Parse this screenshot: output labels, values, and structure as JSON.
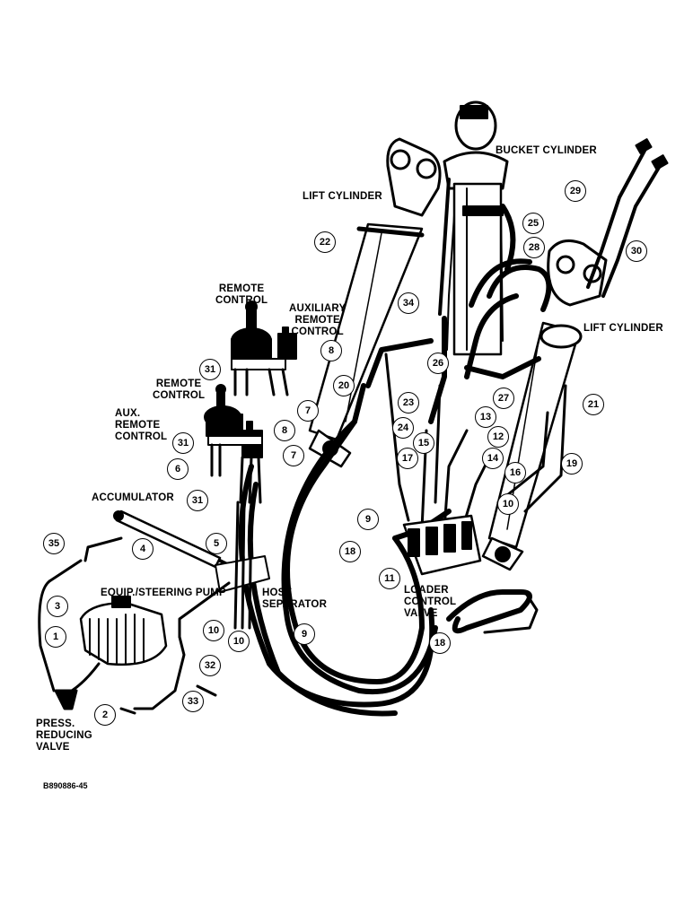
{
  "labels": {
    "bucket_cylinder": "BUCKET CYLINDER",
    "lift_cylinder_left": "LIFT CYLINDER",
    "lift_cylinder_right": "LIFT CYLINDER",
    "remote_control_top": "REMOTE\nCONTROL",
    "aux_remote_control_top": "AUXILIARY\nREMOTE\nCONTROL",
    "remote_control_mid": "REMOTE\nCONTROL",
    "aux_remote_control_mid": "AUX.\nREMOTE\nCONTROL",
    "accumulator": "ACCUMULATOR",
    "equip_steering_pump": "EQUIP./STEERING PUMP",
    "hose_separator": "HOSE\nSEPARATOR",
    "loader_control_valve": "LOADER\nCONTROL\nVALVE",
    "press_reducing_valve": "PRESS.\nREDUCING\nVALVE"
  },
  "figure_code": "B890886-45",
  "callouts": [
    "1",
    "2",
    "3",
    "4",
    "5",
    "6",
    "7",
    "7",
    "8",
    "8",
    "9",
    "9",
    "10",
    "10",
    "10",
    "11",
    "12",
    "13",
    "14",
    "15",
    "16",
    "17",
    "18",
    "18",
    "19",
    "20",
    "21",
    "22",
    "23",
    "24",
    "25",
    "26",
    "27",
    "28",
    "29",
    "30",
    "31",
    "31",
    "31",
    "32",
    "33",
    "34",
    "35"
  ]
}
